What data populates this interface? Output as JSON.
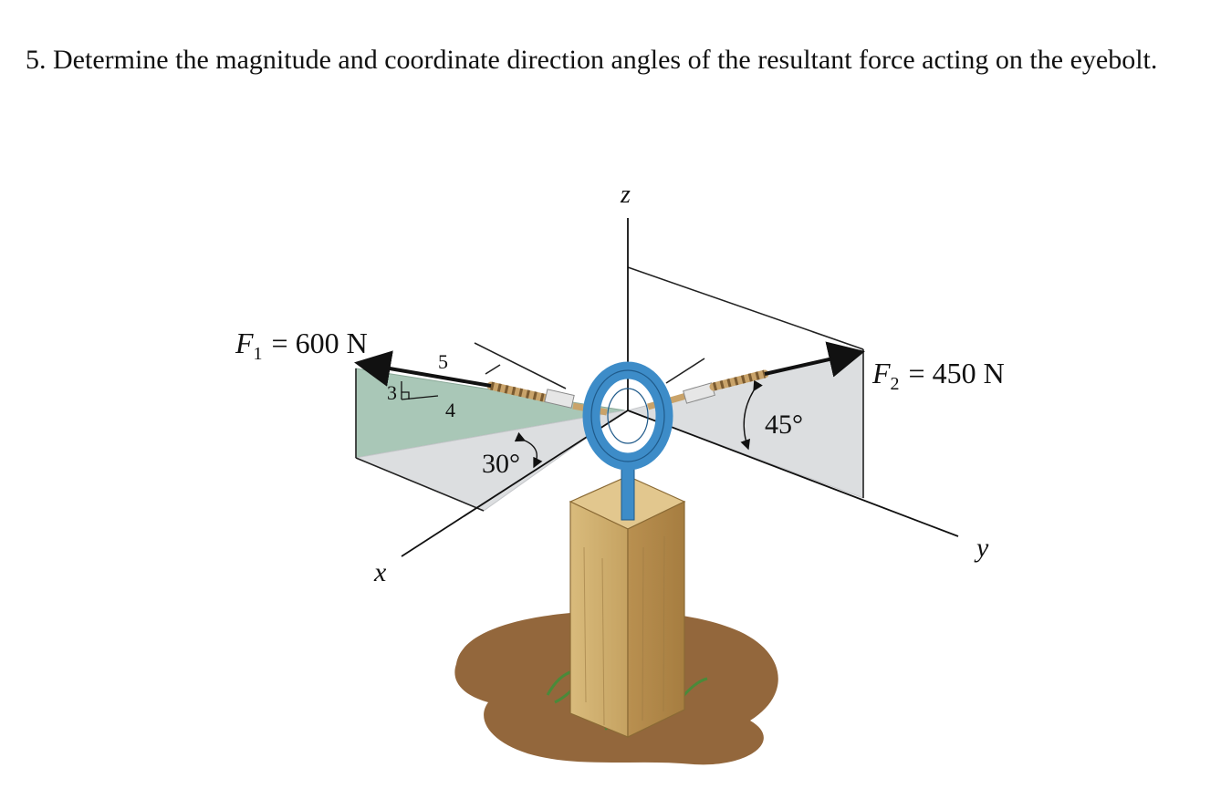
{
  "problem": {
    "text": "5. Determine the magnitude and coordinate direction angles of the resultant force acting on the eyebolt."
  },
  "figure": {
    "f1": {
      "symbol": "F",
      "subscript": "1",
      "value": "= 600 N"
    },
    "f2": {
      "symbol": "F",
      "subscript": "2",
      "value": "= 450 N"
    },
    "axes": {
      "x": "x",
      "y": "y",
      "z": "z"
    },
    "slope": {
      "hyp": "5",
      "vert": "3",
      "horiz": "4"
    },
    "angle_f1": "30°",
    "angle_f2": "45°",
    "colors": {
      "eyebolt": "#3d8cc8",
      "plane_green": "#a9c7b7",
      "plane_gray": "#dcdee0",
      "post": "#c9a96b",
      "soil": "#8a5a2b"
    }
  }
}
